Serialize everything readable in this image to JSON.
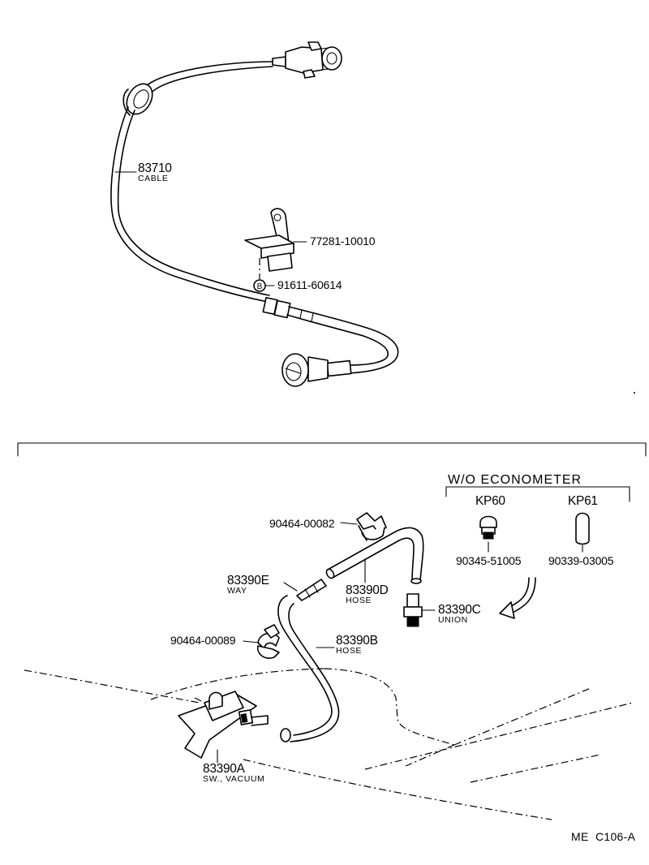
{
  "cable": {
    "number": "83710",
    "name": "CABLE"
  },
  "bracket": {
    "number": "77281-10010"
  },
  "bolt": {
    "number": "91611-60614",
    "symbol": "B"
  },
  "group_header": "W/O  ECONOMETER",
  "kp60": {
    "label": "KP60",
    "number": "90345-51005"
  },
  "kp61": {
    "label": "KP61",
    "number": "90339-03005"
  },
  "clamp_top": {
    "number": "90464-00082"
  },
  "way": {
    "number": "83390E",
    "name": "WAY"
  },
  "hose_d": {
    "number": "83390D",
    "name": "HOSE"
  },
  "union": {
    "number": "83390C",
    "name": "UNION"
  },
  "clamp_bottom": {
    "number": "90464-00089"
  },
  "hose_b": {
    "number": "83390B",
    "name": "HOSE"
  },
  "switch": {
    "number": "83390A",
    "name": "SW., VACUUM"
  },
  "drawing_ref": "ME  C106-A"
}
